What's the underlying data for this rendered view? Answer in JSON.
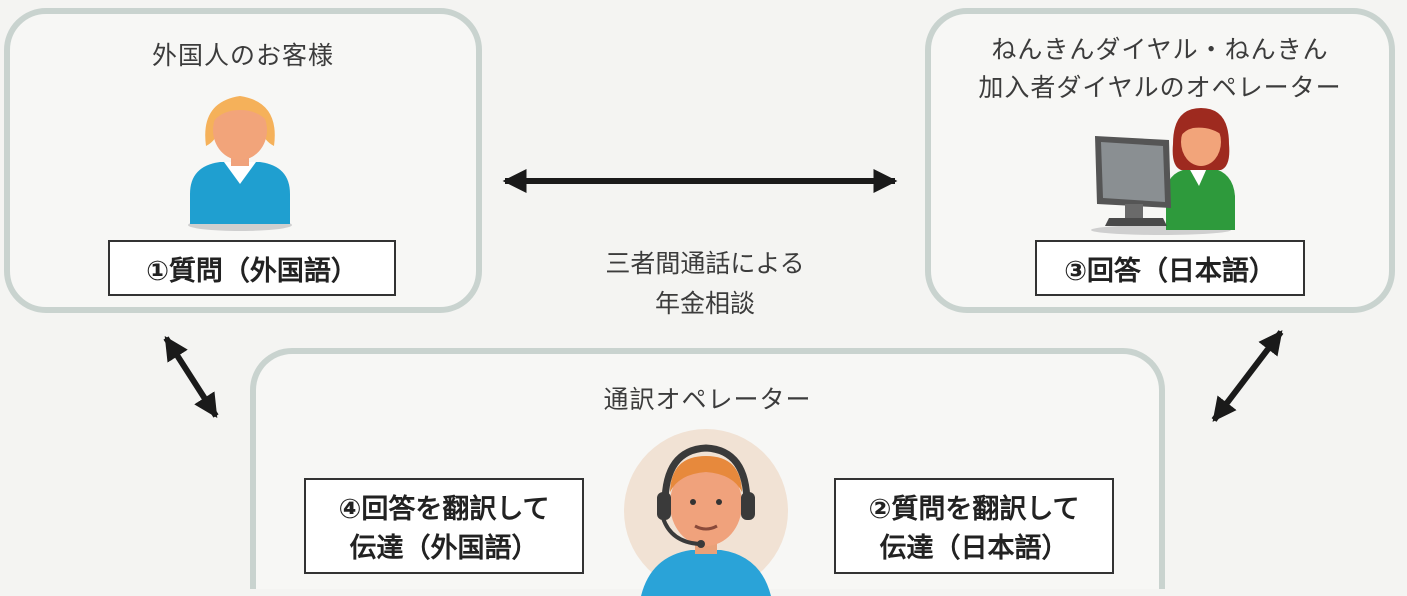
{
  "customer_panel": {
    "title": "外国人のお客様",
    "step": "①質問（外国語）",
    "icon": "woman-user-icon"
  },
  "operator_panel": {
    "title_line1": "ねんきんダイヤル・ねんきん",
    "title_line2": "加入者ダイヤルのオペレーター",
    "step": "③回答（日本語）",
    "icon": "operator-at-computer-icon"
  },
  "interpreter_panel": {
    "title": "通訳オペレーター",
    "left_step_line1": "④回答を翻訳して",
    "left_step_line2": "伝達（外国語）",
    "right_step_line1": "②質問を翻訳して",
    "right_step_line2": "伝達（日本語）",
    "icon": "headset-interpreter-icon"
  },
  "center_caption": {
    "line1": "三者間通話による",
    "line2": "年金相談"
  },
  "colors": {
    "panel_border": "#c9d3cf",
    "arrow": "#1a1a1a",
    "customer_shirt": "#1f9fd0",
    "operator_shirt": "#2e9a3c",
    "interpreter_shirt": "#2aa3d8"
  }
}
